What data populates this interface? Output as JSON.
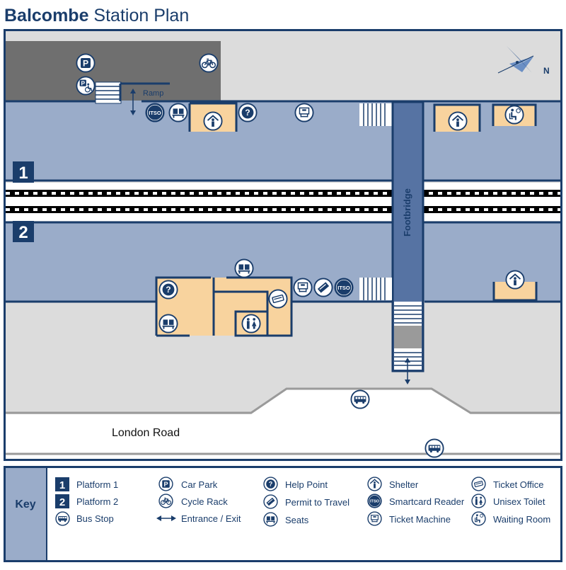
{
  "title": {
    "bold": "Balcombe",
    "rest": " Station Plan"
  },
  "compass_label": "N",
  "platforms": [
    {
      "number": "1",
      "name": "Platform 1"
    },
    {
      "number": "2",
      "name": "Platform 2"
    }
  ],
  "footbridge_label": "Footbridge",
  "ramp_label": "Ramp",
  "road_label": "London Road",
  "key": {
    "heading": "Key",
    "items": [
      {
        "icon": "platform-1",
        "label": "Platform 1"
      },
      {
        "icon": "platform-2",
        "label": "Platform 2"
      },
      {
        "icon": "bus-stop-icon",
        "label": "Bus Stop"
      },
      {
        "icon": "car-park-icon",
        "label": "Car Park"
      },
      {
        "icon": "cycle-rack-icon",
        "label": "Cycle Rack"
      },
      {
        "icon": "entrance-exit-arrow",
        "label": "Entrance / Exit"
      },
      {
        "icon": "help-point-icon",
        "label": "Help Point"
      },
      {
        "icon": "permit-to-travel-icon",
        "label": "Permit to Travel"
      },
      {
        "icon": "seats-icon",
        "label": "Seats"
      },
      {
        "icon": "shelter-icon",
        "label": "Shelter"
      },
      {
        "icon": "smartcard-reader-icon",
        "label": "Smartcard Reader"
      },
      {
        "icon": "ticket-machine-icon",
        "label": "Ticket Machine"
      },
      {
        "icon": "ticket-office-icon",
        "label": "Ticket Office"
      },
      {
        "icon": "unisex-toilet-icon",
        "label": "Unisex Toilet"
      },
      {
        "icon": "waiting-room-icon",
        "label": "Waiting Room"
      }
    ]
  },
  "glyphs": {
    "car_park": "P",
    "help_point": "?",
    "smartcard": "ITSO"
  },
  "colors": {
    "navy": "#1a3d6b",
    "platform": "#9aacc9",
    "footbridge": "#5673a3",
    "ground": "#dcdcdc",
    "carpark": "#6f6f6f",
    "building": "#f8d39e",
    "road": "#ffffff"
  }
}
